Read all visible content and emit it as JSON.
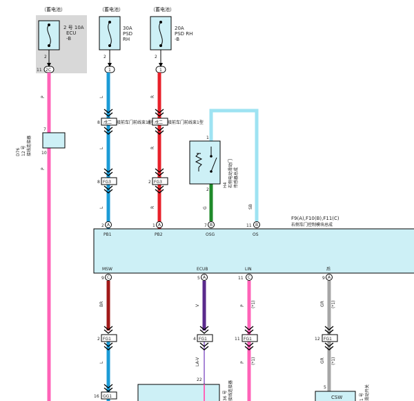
{
  "top_labels": [
    "（蓄电池）",
    "（蓄电池）",
    "（蓄电池）"
  ],
  "fuses": [
    {
      "label_line1": "2 号 10A",
      "label_line2": "ECU",
      "label_line3": "-B",
      "pin_below": "2",
      "connector_num": "11",
      "connector_id": "2C"
    },
    {
      "label_line1": "30A",
      "label_line2": "PSD",
      "label_line3": "RH",
      "pin_below": "2",
      "connector_num": "",
      "connector_id": "1"
    },
    {
      "label_line1": "20A",
      "label_line2": "PSD RH",
      "label_line3": "-B",
      "pin_below": "2",
      "connector_num": "",
      "connector_id": "1"
    }
  ],
  "wire_codes": {
    "w1_a": "P",
    "w1_b": "P",
    "w2_a": "L",
    "w2_b": "L",
    "w2_c": "L",
    "w3_a": "R",
    "w3_b": "R",
    "w3_c": "R",
    "w4": "G",
    "w5": "SB",
    "b1": "BR",
    "b1b": "L",
    "b2": "V",
    "b2b": "LA-V",
    "b3": "P",
    "b3x": "(*1)",
    "b3b": "P",
    "b3bx": "(*1)",
    "b4": "GR",
    "b4x": "(*1)",
    "b4b": "GR",
    "b4bx": "(*1)"
  },
  "junction": {
    "id": "D76",
    "line1": "12 号",
    "line2": "接线连接器",
    "pin_top": "7",
    "pin_bottom": "10"
  },
  "inline_connectors": {
    "c1_num": "8",
    "c1_text": "戊二",
    "c2_num": "8",
    "c2_text": "戊二",
    "side_text": "接前车门前线束1型",
    "fg3_a_num": "8",
    "fg3_b_num": "2",
    "fg3_label": "FG3"
  },
  "switch": {
    "pin_top": "1",
    "pin_bottom": "2",
    "id": "H4",
    "line1": "右侧电动滑动门",
    "line2": "传感器总成"
  },
  "ecu": {
    "title": "F9(A),F10(B),F11(C)",
    "subtitle": "右侧车门控制模块总成",
    "top_pins": [
      {
        "num": "2",
        "letter": "A",
        "name": "PB1"
      },
      {
        "num": "1",
        "letter": "A",
        "name": "PB2"
      },
      {
        "num": "7",
        "letter": "B",
        "name": "OSG"
      },
      {
        "num": "11",
        "letter": "B",
        "name": "OS"
      }
    ],
    "bottom_pins": [
      {
        "num": "9",
        "letter": "C",
        "name": "MSW"
      },
      {
        "num": "5",
        "letter": "A",
        "name": "ECUB"
      },
      {
        "num": "11",
        "letter": "C",
        "name": "LIN"
      },
      {
        "num": "9",
        "letter": "A",
        "name": "后"
      }
    ]
  },
  "fg1": [
    {
      "num": "2",
      "label": "FG1"
    },
    {
      "num": "4",
      "label": "FG1"
    },
    {
      "num": "11",
      "label": "FG1"
    },
    {
      "num": "12",
      "label": "FG1"
    }
  ],
  "bottom": {
    "gg1_num": "16",
    "gg1_label": "GG1",
    "box_pin": "22",
    "box_text1": "36 号",
    "box_text2": "接线连接器",
    "csw_pin": "5",
    "csw_label": "CSW",
    "csw_side1": "1 号",
    "csw_side2": "滑动开关"
  },
  "colors": {
    "pink": "#ff63b8",
    "blue": "#1b9bd6",
    "red": "#e8202a",
    "green": "#1f8a2a",
    "skyblue": "#9ee3f2",
    "darkred": "#a01818",
    "purple": "#5a2a8c",
    "gray": "#a6a6a6",
    "module_fill": "#cdf0f6",
    "shade": "#d8d8d8"
  }
}
